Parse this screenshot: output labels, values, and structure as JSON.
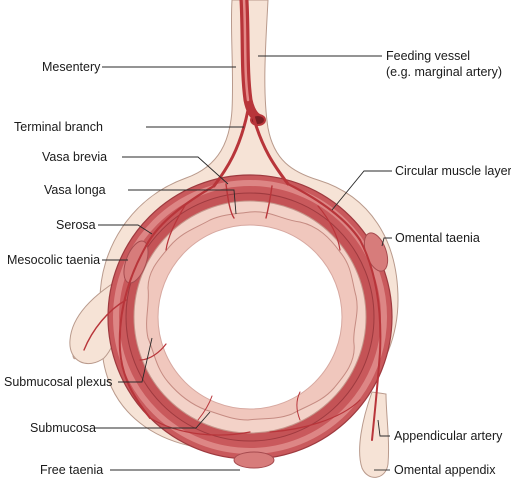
{
  "labels": {
    "mesentery": "Mesentery",
    "terminal_branch": "Terminal branch",
    "vasa_brevia": "Vasa brevia",
    "vasa_longa": "Vasa longa",
    "serosa": "Serosa",
    "mesocolic_taenia": "Mesocolic taenia",
    "submucosal_plexus": "Submucosal plexus",
    "submucosa": "Submucosa",
    "free_taenia": "Free taenia",
    "feeding_vessel_line1": "Feeding vessel",
    "feeding_vessel_line2": "(e.g. marginal artery)",
    "circular_muscle_layer": "Circular muscle layer",
    "omental_taenia": "Omental taenia",
    "appendicular_artery": "Appendicular artery",
    "omental_appendix": "Omental appendix"
  },
  "colors": {
    "serosa_fill": "#f6e3d6",
    "serosa_outline": "#b99a8c",
    "muscle": "#c9595c",
    "muscle_light": "#e69a97",
    "submucosa": "#f3d2c8",
    "vessel": "#b8353a",
    "taenia": "#d77c7b"
  }
}
